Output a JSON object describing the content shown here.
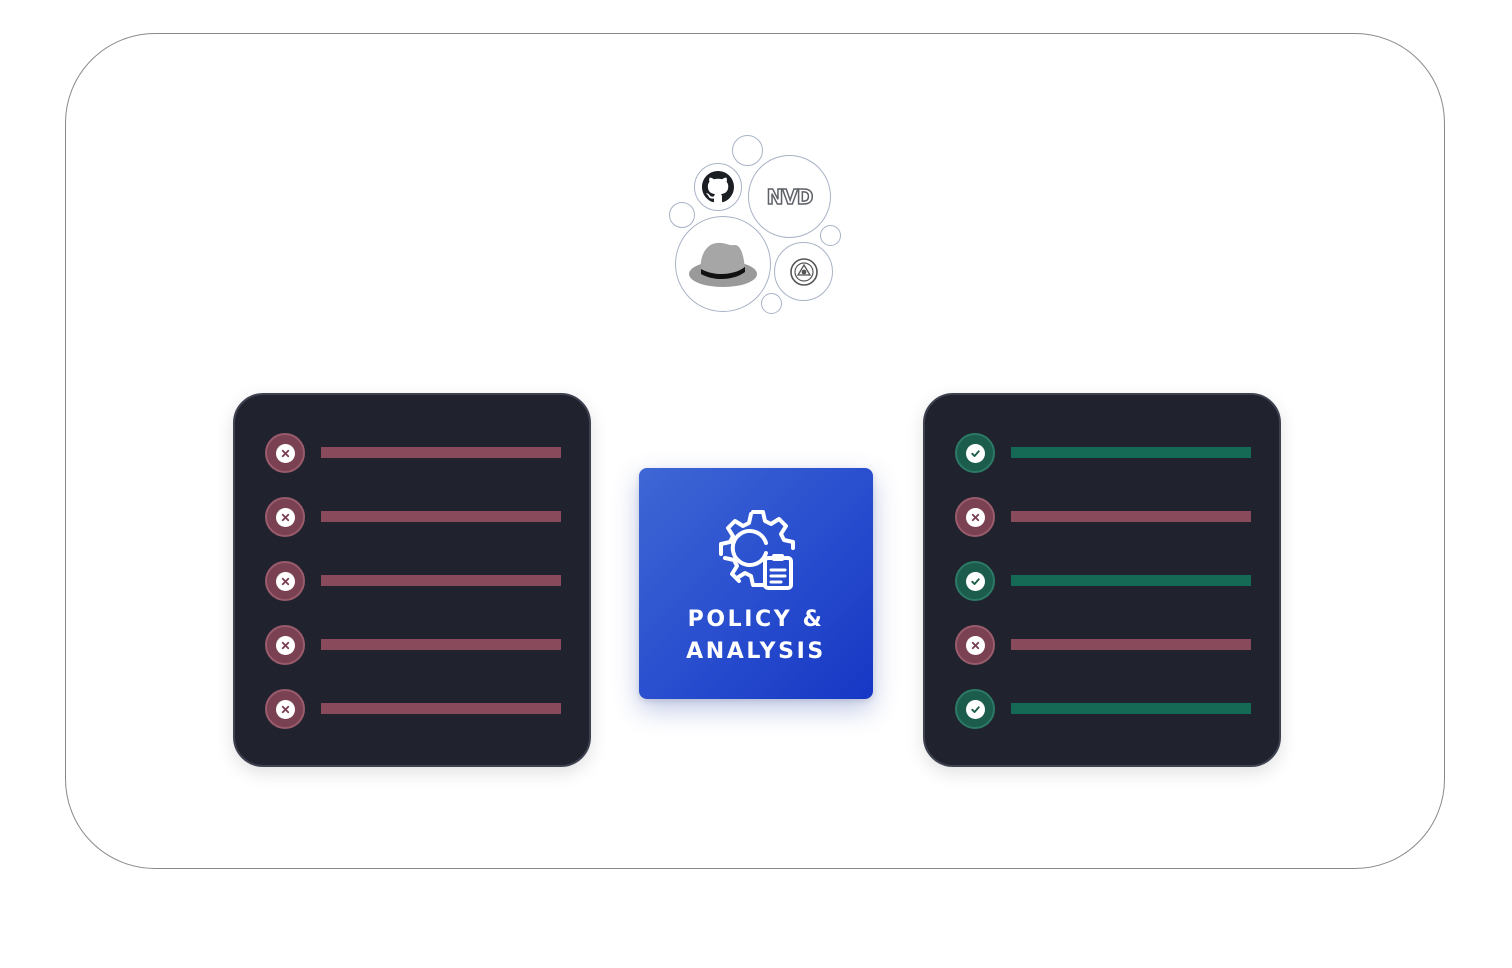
{
  "sources": {
    "nvd_label": "NVD",
    "icons": [
      "github-icon",
      "nvd-logo",
      "redhat-hat-icon",
      "trivy-icon"
    ]
  },
  "policy": {
    "line1": "POLICY &",
    "line2": "ANALYSIS",
    "icon": "gear-clipboard-icon"
  },
  "input_list": {
    "items": [
      "fail",
      "fail",
      "fail",
      "fail",
      "fail"
    ]
  },
  "output_list": {
    "items": [
      "pass",
      "fail",
      "pass",
      "fail",
      "pass"
    ]
  },
  "colors": {
    "fail": "#894b5c",
    "pass": "#156a55",
    "panel": "#20232d",
    "policy": "#2a4fcf"
  }
}
